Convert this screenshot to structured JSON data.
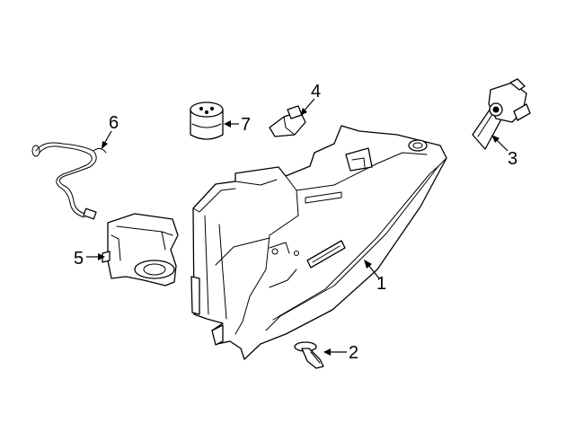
{
  "diagram": {
    "callouts": [
      {
        "id": "1",
        "label": "1",
        "part": "glove-box"
      },
      {
        "id": "2",
        "label": "2",
        "part": "push-pin-clip"
      },
      {
        "id": "3",
        "label": "3",
        "part": "latch-switch"
      },
      {
        "id": "4",
        "label": "4",
        "part": "bracket-clip"
      },
      {
        "id": "5",
        "label": "5",
        "part": "damper-mount"
      },
      {
        "id": "6",
        "label": "6",
        "part": "wire-harness"
      },
      {
        "id": "7",
        "label": "7",
        "part": "bumper-stop"
      }
    ],
    "colors": {
      "line": "#000000",
      "background": "#ffffff"
    }
  }
}
